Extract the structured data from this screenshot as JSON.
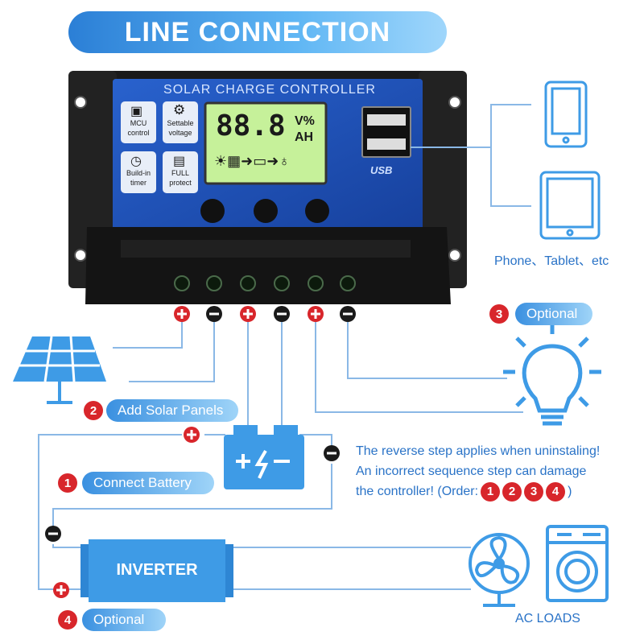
{
  "title": "LINE CONNECTION",
  "controller": {
    "header": "SOLAR CHARGE CONTROLLER",
    "display_main": "88.8",
    "display_unit_top": "V%",
    "display_unit_bottom": "AH",
    "features": [
      {
        "label_line1": "MCU",
        "label_line2": "control",
        "icon": "chip-icon"
      },
      {
        "label_line1": "Settable",
        "label_line2": "voltage",
        "icon": "gear-icon"
      },
      {
        "label_line1": "Build-in",
        "label_line2": "timer",
        "icon": "clock-icon"
      },
      {
        "label_line1": "FULL",
        "label_line2": "protect",
        "icon": "lock-icon"
      }
    ],
    "usb_label": "USB"
  },
  "steps": {
    "step1": {
      "number": "1",
      "label": "Connect Battery"
    },
    "step2": {
      "number": "2",
      "label": "Add Solar Panels"
    },
    "step3": {
      "number": "3",
      "label": "Optional"
    },
    "step4": {
      "number": "4",
      "label": "Optional"
    }
  },
  "devices_label": "Phone、Tablet、etc",
  "inverter_label": "INVERTER",
  "ac_loads_label": "AC LOADS",
  "warning": {
    "line1": "The reverse step applies when uninstaling!",
    "line2": "An incorrect sequence step can damage",
    "line3": "the controller! (Order:",
    "order": [
      "1",
      "2",
      "3",
      "4"
    ],
    "close": ")"
  },
  "colors": {
    "accent": "#2a73c7",
    "red": "#d8262b",
    "panel": "#1d4fb8"
  }
}
